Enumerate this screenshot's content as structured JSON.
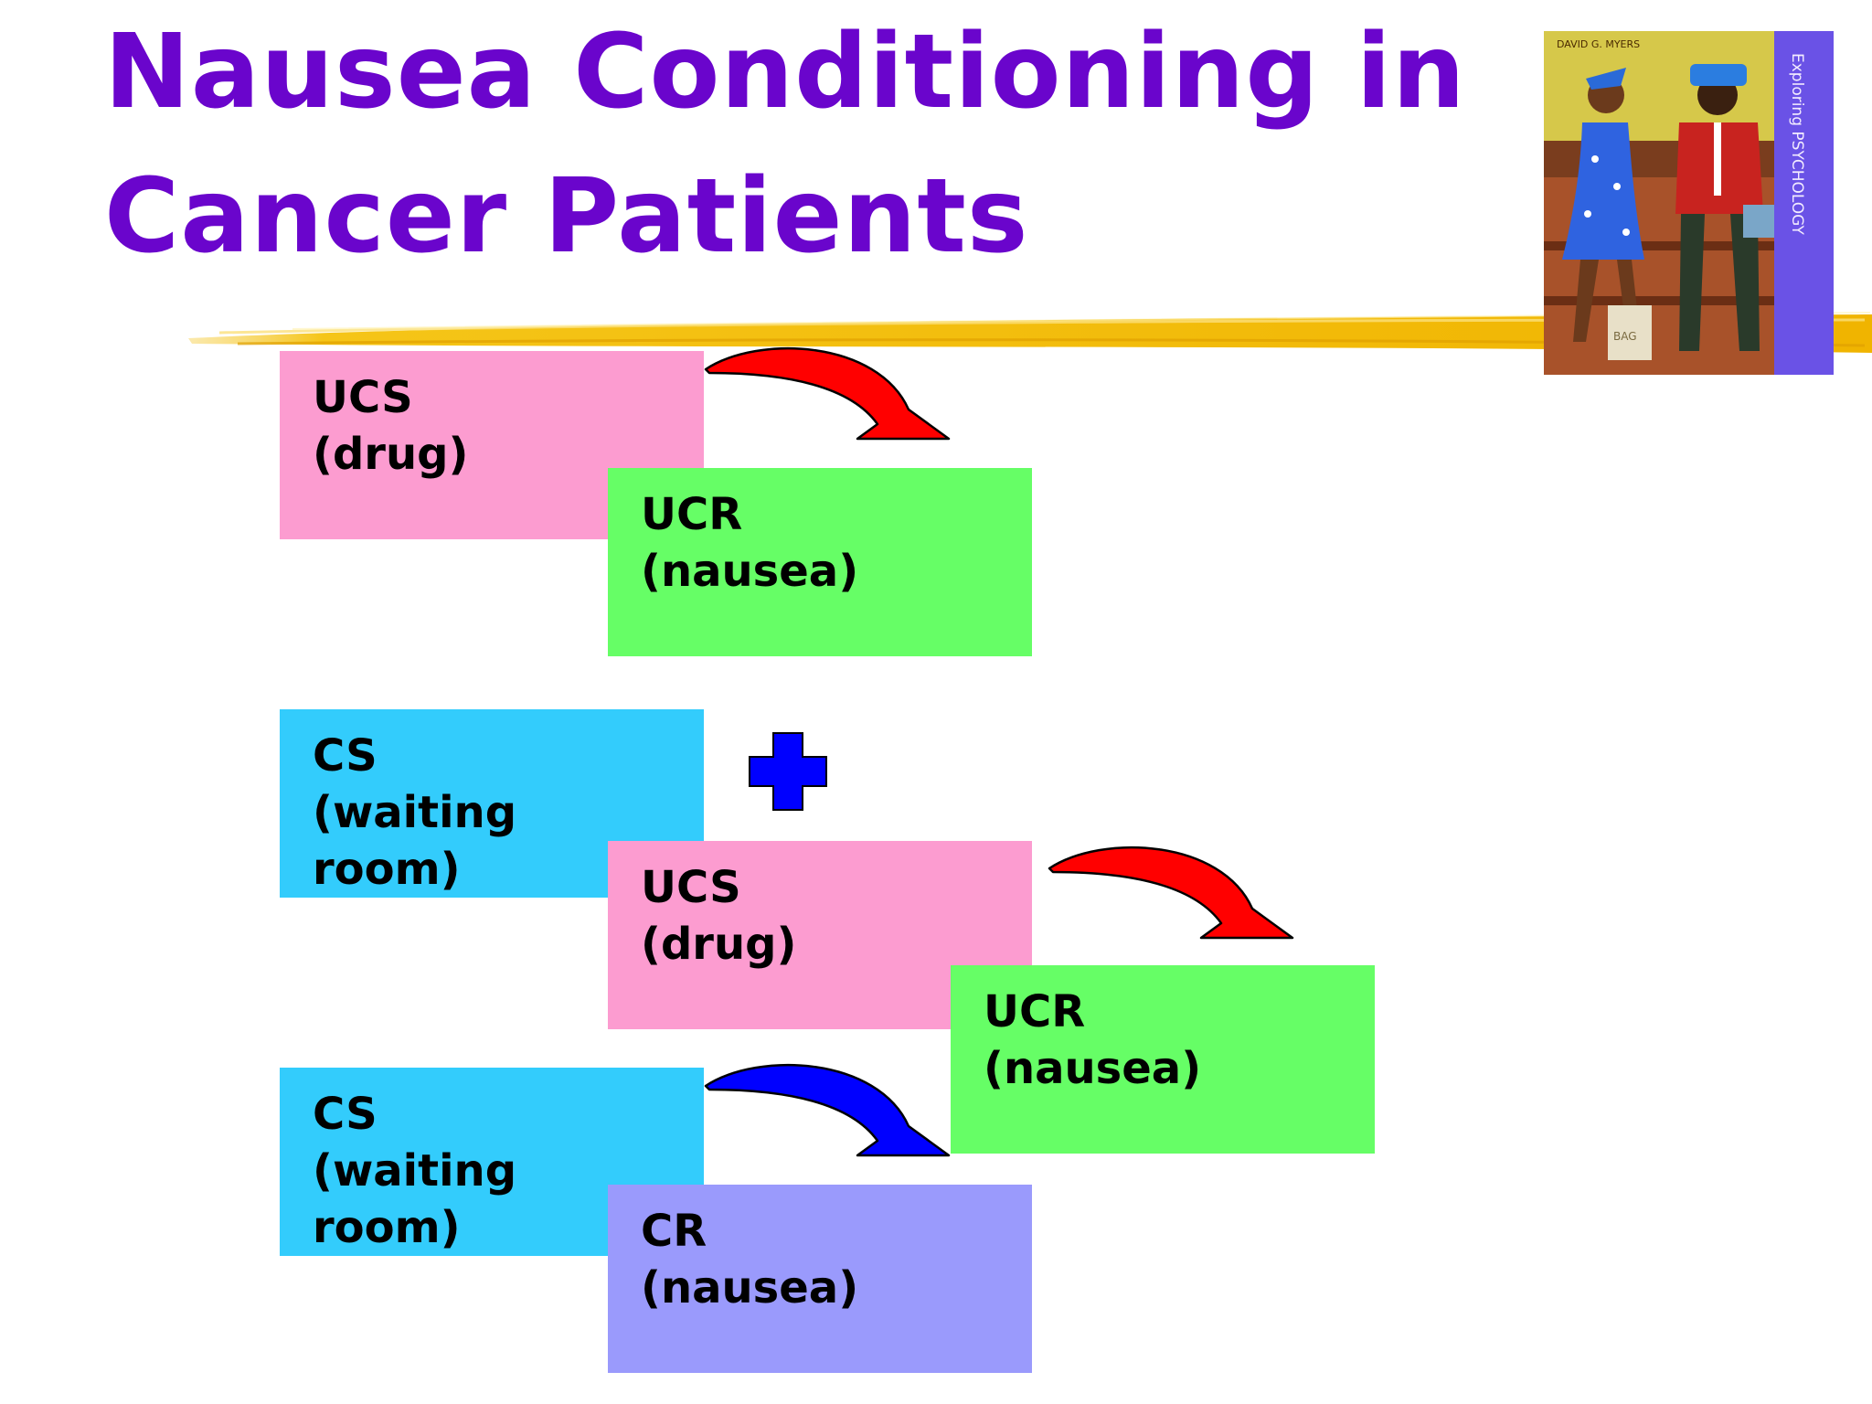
{
  "slide": {
    "title_line1": "Nausea Conditioning in",
    "title_line2": "Cancer Patients"
  },
  "book_cover": {
    "author": "DAVID G. MYERS",
    "spine_text": "Exploring PSYCHOLOGY",
    "bag_text": "BAG"
  },
  "diagram": {
    "row1": {
      "ucs": {
        "term": "UCS",
        "desc": "(drug)"
      },
      "ucr": {
        "term": "UCR",
        "desc": "(nausea)"
      }
    },
    "row2": {
      "cs": {
        "term": "CS",
        "desc1": "(waiting",
        "desc2": "room)"
      },
      "ucs": {
        "term": "UCS",
        "desc": "(drug)"
      },
      "ucr": {
        "term": "UCR",
        "desc": "(nausea)"
      }
    },
    "row3": {
      "cs": {
        "term": "CS",
        "desc1": "(waiting",
        "desc2": "room)"
      },
      "cr": {
        "term": "CR",
        "desc": "(nausea)"
      }
    }
  },
  "colors": {
    "title": "#6a05cc",
    "ucs_box": "#fc9cd0",
    "ucr_box": "#66fe66",
    "cs_box": "#33ccfc",
    "cr_box": "#9a9afc",
    "red_arrow": "#ff0000",
    "blue_arrow": "#0000ff",
    "plus": "#0000ff",
    "brush": "#f5c518"
  },
  "icons": {
    "arrow_ucs_ucr": "curved-arrow-icon",
    "plus": "plus-icon",
    "arrow_cs_cr": "curved-arrow-icon"
  }
}
